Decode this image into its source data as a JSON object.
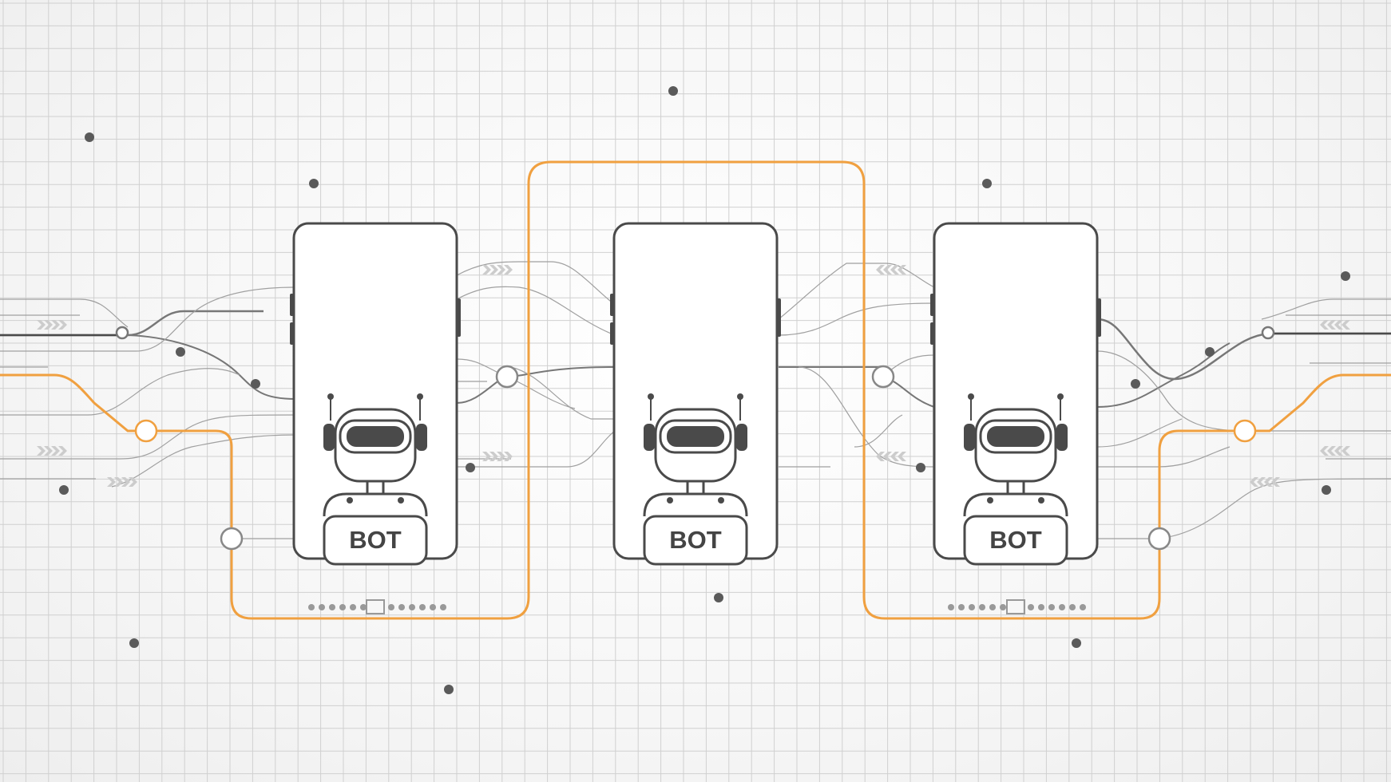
{
  "diagram": {
    "phones": [
      {
        "id": "phone-left",
        "label": "BOT"
      },
      {
        "id": "phone-center",
        "label": "BOT"
      },
      {
        "id": "phone-right",
        "label": "BOT"
      }
    ]
  },
  "colors": {
    "grid": "#d0d0d0",
    "stroke_dark": "#4a4a4a",
    "stroke_mid": "#8a8a8a",
    "stroke_light": "#a8a8a8",
    "accent": "#f0a040",
    "phone_fill": "#ffffff",
    "chevron": "#cccccc"
  },
  "icons": {
    "robot": "robot-icon",
    "chevron_right": "chevron-right-icon",
    "chevron_left": "chevron-left-icon",
    "node": "node-circle-icon",
    "dot": "dot-icon"
  }
}
